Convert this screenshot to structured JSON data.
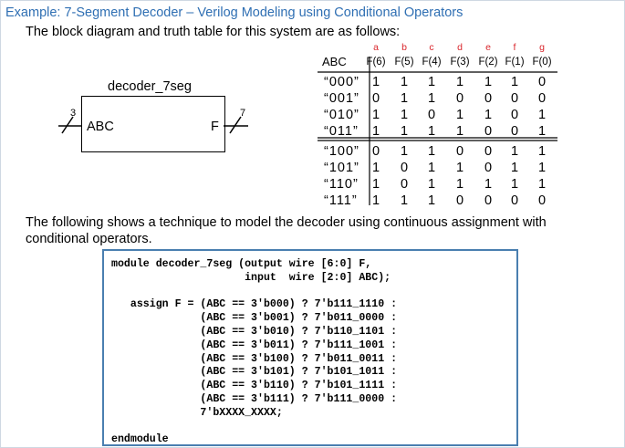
{
  "title": "Example: 7-Segment Decoder – Verilog Modeling using Conditional Operators",
  "intro": "The block diagram and truth table for this system are as follows:",
  "block": {
    "name": "decoder_7seg",
    "input_label": "ABC",
    "input_width": "3",
    "output_label": "F",
    "output_width": "7"
  },
  "truth_table": {
    "input_header": "ABC",
    "segment_letters": [
      "a",
      "b",
      "c",
      "d",
      "e",
      "f",
      "g"
    ],
    "column_headers": [
      "F(6)",
      "F(5)",
      "F(4)",
      "F(3)",
      "F(2)",
      "F(1)",
      "F(0)"
    ],
    "rows": [
      {
        "abc": "“000”",
        "f": [
          "1",
          "1",
          "1",
          "1",
          "1",
          "1",
          "0"
        ]
      },
      {
        "abc": "“001”",
        "f": [
          "0",
          "1",
          "1",
          "0",
          "0",
          "0",
          "0"
        ]
      },
      {
        "abc": "“010”",
        "f": [
          "1",
          "1",
          "0",
          "1",
          "1",
          "0",
          "1"
        ]
      },
      {
        "abc": "“011”",
        "f": [
          "1",
          "1",
          "1",
          "1",
          "0",
          "0",
          "1"
        ]
      },
      {
        "abc": "“100”",
        "f": [
          "0",
          "1",
          "1",
          "0",
          "0",
          "1",
          "1"
        ]
      },
      {
        "abc": "“101”",
        "f": [
          "1",
          "0",
          "1",
          "1",
          "0",
          "1",
          "1"
        ]
      },
      {
        "abc": "“110”",
        "f": [
          "1",
          "0",
          "1",
          "1",
          "1",
          "1",
          "1"
        ]
      },
      {
        "abc": "“111”",
        "f": [
          "1",
          "1",
          "1",
          "0",
          "0",
          "0",
          "0"
        ]
      }
    ]
  },
  "paragraph": "The following shows a technique to model the decoder using continuous assignment with conditional operators.",
  "code_lines": [
    "module decoder_7seg (output wire [6:0] F,",
    "                     input  wire [2:0] ABC);",
    "",
    "   assign F = (ABC == 3'b000) ? 7'b111_1110 :",
    "              (ABC == 3'b001) ? 7'b011_0000 :",
    "              (ABC == 3'b010) ? 7'b110_1101 :",
    "              (ABC == 3'b011) ? 7'b111_1001 :",
    "              (ABC == 3'b100) ? 7'b011_0011 :",
    "              (ABC == 3'b101) ? 7'b101_1011 :",
    "              (ABC == 3'b110) ? 7'b101_1111 :",
    "              (ABC == 3'b111) ? 7'b111_0000 :",
    "              7'bXXXX_XXXX;",
    "",
    "endmodule"
  ],
  "colors": {
    "title": "#2f6fb3",
    "segment_letters": "#d9262c",
    "code_border": "#4a7fb0"
  }
}
